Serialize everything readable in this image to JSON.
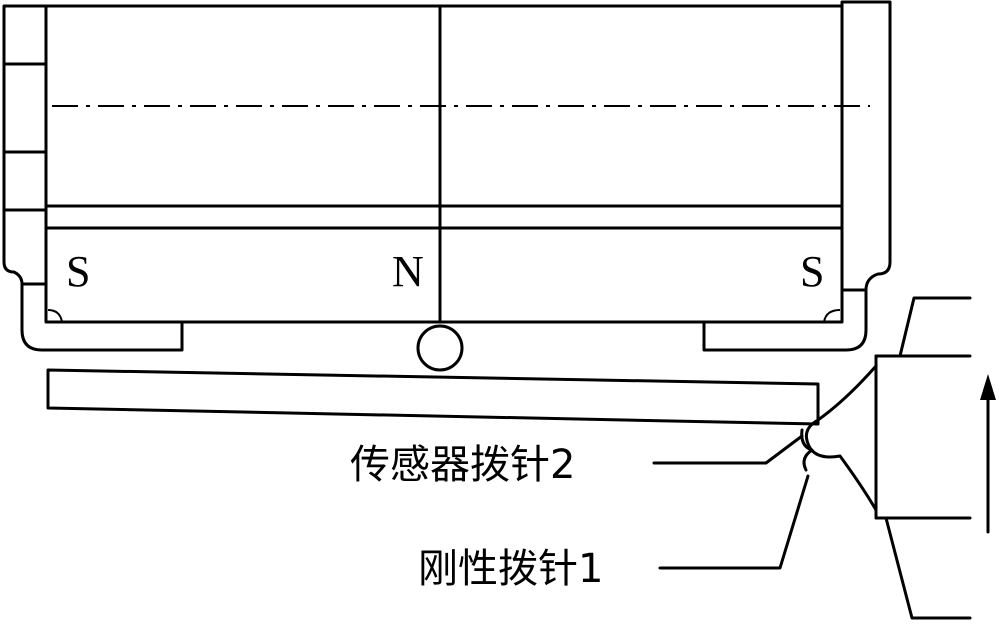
{
  "diagram": {
    "poles": {
      "left": "S",
      "center": "N",
      "right": "S"
    },
    "labels": {
      "sensor_pin": "传感器拨针2",
      "rigid_pin": "刚性拨针1"
    },
    "colors": {
      "line": "#000000",
      "background": "#ffffff"
    }
  }
}
